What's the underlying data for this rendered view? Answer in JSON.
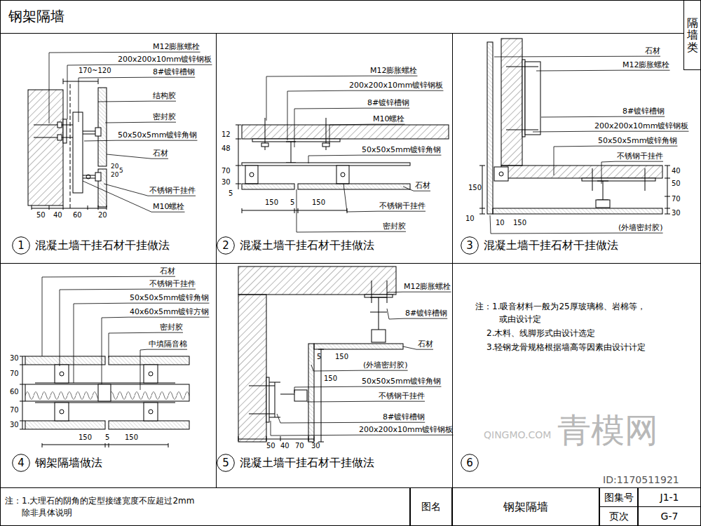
{
  "diagram": {
    "title": "钢架隔墙",
    "nodes": [
      {
        "text": [
          "隔墙类"
        ]
      },
      {
        "text": [
          "1",
          "混凝土墙干挂石材干挂做法"
        ]
      },
      {
        "text": [
          "2",
          "混凝土墙干挂石材干挂做法"
        ]
      },
      {
        "text": [
          "3",
          "混凝土墙干挂石材干挂做法"
        ]
      },
      {
        "text": [
          "4",
          "钢架隔墙做法"
        ]
      },
      {
        "text": [
          "5",
          "混凝土墙干挂石材干挂做法"
        ]
      },
      {
        "text": [
          "6"
        ]
      },
      {
        "text": [
          "注：1.大理石的阴角的定型接缝宽度不应超过2mm 除非具体说明"
        ]
      },
      {
        "text": [
          "图名"
        ]
      },
      {
        "text": [
          "钢架隔墙"
        ]
      },
      {
        "text": [
          "图集号"
        ]
      },
      {
        "text": [
          "J1-1"
        ]
      },
      {
        "text": [
          "页次"
        ]
      },
      {
        "text": [
          "G-7"
        ]
      }
    ],
    "labels": [
      "M12膨胀螺栓",
      "200x200x10mm镀锌钢板",
      "170~120",
      "8#镀锌槽钢",
      "结构胶",
      "密封胶",
      "50x50x5mm镀锌角钢",
      "石材",
      "20",
      "20",
      "5",
      "不锈钢干挂件",
      "M10螺栓",
      "50",
      "40",
      "60",
      "20",
      "M12膨胀螺栓",
      "200x200x10mm镀锌钢板",
      "8#镀锌槽钢",
      "M10螺栓",
      "50x50x5mm镀锌角钢",
      "12",
      "48",
      "70",
      "30",
      "5",
      "石材",
      "150",
      "5",
      "150",
      "不锈钢干挂件",
      "密封胶",
      "石材",
      "M12膨胀螺栓",
      "8#镀锌槽钢",
      "200x200x10mm镀锌钢板",
      "50x50x5mm镀锌角钢",
      "不锈钢干挂件",
      "40",
      "50",
      "70",
      "30",
      "150",
      "10",
      "10",
      "150",
      "(外墙密封胶)",
      "石材",
      "不锈钢干挂件",
      "50x50x5mm镀锌角钢",
      "40x60x5mm镀锌方钢",
      "密封胶",
      "中填隔音棉",
      "30",
      "70",
      "60",
      "70",
      "30",
      "150",
      "5",
      "150",
      "M12膨胀螺栓",
      "8#镀锌槽钢",
      "石材",
      "5",
      "150",
      "(外墙密封胶)",
      "150",
      "50x50x5mm镀锌角钢",
      "不锈钢干挂件",
      "8#镀锌槽钢",
      "200x200x10mm镀锌钢板",
      "50",
      "40",
      "70",
      "30",
      "注：1.吸音材料一般为25厚玻璃棉、岩棉等，",
      "或由设计定",
      "2.木料、线脚形式由设计选定",
      "3.轻钢龙骨规格根据墙高等因素由设计计定",
      "青模网",
      "ID:1170511921",
      "QINGMO.COM"
    ]
  }
}
